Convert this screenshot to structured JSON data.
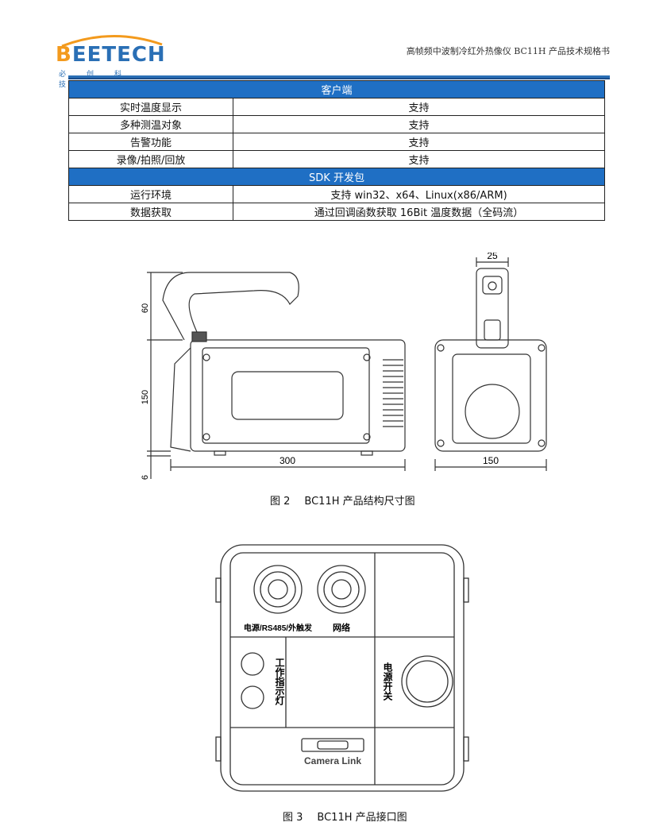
{
  "header": {
    "logo_text": "BEETECH",
    "logo_sub": "必创科技",
    "doc_title": "高帧频中波制冷红外热像仪 BC11H 产品技术规格书"
  },
  "table": {
    "sections": [
      {
        "title": "客户端",
        "rows": [
          {
            "key": "实时温度显示",
            "value": "支持"
          },
          {
            "key": "多种测温对象",
            "value": "支持"
          },
          {
            "key": "告警功能",
            "value": "支持"
          },
          {
            "key": "录像/拍照/回放",
            "value": "支持"
          }
        ]
      },
      {
        "title": "SDK 开发包",
        "rows": [
          {
            "key": "运行环境",
            "value": "支持 win32、x64、Linux(x86/ARM)"
          },
          {
            "key": "数据获取",
            "value": "通过回调函数获取 16Bit 温度数据（全码流）"
          }
        ]
      }
    ]
  },
  "figure2": {
    "dims": {
      "top_width": "25",
      "handle_height": "60",
      "body_height": "150",
      "foot": "6",
      "length": "300",
      "width": "150"
    },
    "caption_num": "图 2",
    "caption_text": "BC11H 产品结构尺寸图"
  },
  "figure3": {
    "labels": {
      "power_port": "电源/RS485/外触发",
      "network": "网络",
      "indicator": "工作指示灯",
      "power_switch": "电源开关",
      "camera_link": "Camera Link"
    },
    "caption_num": "图 3",
    "caption_text": "BC11H 产品接口图"
  },
  "colors": {
    "accent": "#1f6fc4",
    "logo_orange": "#f39a1d"
  }
}
